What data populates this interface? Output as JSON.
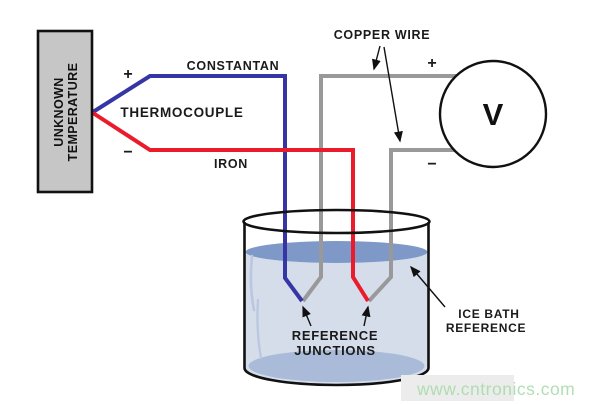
{
  "diagram": {
    "unknown_box": {
      "line1": "UNKNOWN",
      "line2": "TEMPERATURE"
    },
    "labels": {
      "constantan": "CONSTANTAN",
      "thermocouple": "THERMOCOUPLE",
      "iron": "IRON",
      "copper_wire": "COPPER WIRE",
      "voltmeter": "V",
      "reference_junctions_line1": "REFERENCE",
      "reference_junctions_line2": "JUNCTIONS",
      "ice_bath_line1": "ICE BATH",
      "ice_bath_line2": "REFERENCE"
    },
    "polarity": {
      "thermocouple_plus": "+",
      "thermocouple_minus": "−",
      "voltmeter_plus": "+",
      "voltmeter_minus": "−"
    },
    "colors": {
      "constantan_wire": "#3535a5",
      "iron_wire": "#ea1c2c",
      "copper_wire": "#999999",
      "box_fill": "#c6c6c6",
      "box_border": "#111111",
      "water_fill": "#d5dcea",
      "water_surface": "#7e99c8",
      "water_bottom_shade": "#a9bbd8",
      "glass_highlight": "#b9c7df",
      "outline": "#111111",
      "watermark_green": "#a8dcab",
      "watermark_badge": "#ececec"
    },
    "watermark": "www.cntronics.com"
  }
}
